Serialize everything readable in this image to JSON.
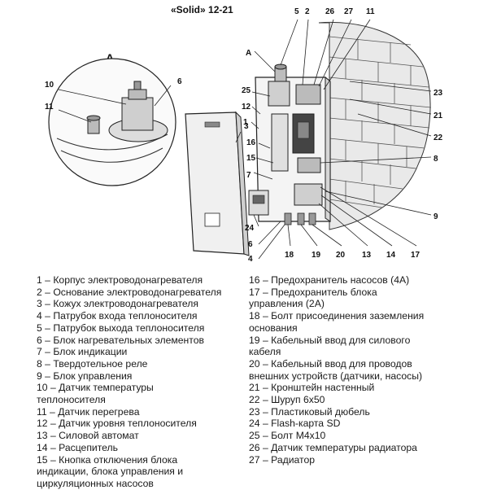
{
  "title": "«Solid» 12-21",
  "detail_label": "A",
  "callouts": {
    "detail": [
      "10",
      "11",
      "6"
    ],
    "front": [
      "3",
      "16",
      "15",
      "7",
      "24",
      "6",
      "4"
    ],
    "unit_left": [
      "A",
      "25",
      "12",
      "1"
    ],
    "top": [
      "5",
      "2",
      "26",
      "27",
      "11"
    ],
    "right": [
      "23",
      "21",
      "22",
      "8",
      "9"
    ],
    "bottom": [
      "18",
      "19",
      "20",
      "13",
      "14",
      "17"
    ]
  },
  "legend_left": [
    "1 – Корпус электроводонагревателя",
    "2 – Основание электроводонагревателя",
    "3 – Кожух электроводонагревателя",
    "4 – Патрубок входа теплоносителя",
    "5 – Патрубок выхода теплоносителя",
    "6 – Блок нагревательных элементов",
    "7 – Блок индикации",
    "8 – Твердотельное реле",
    "9 – Блок управления",
    "10 – Датчик температуры",
    "теплоносителя",
    "11 – Датчик перегрева",
    "12 – Датчик уровня теплоносителя",
    "13 – Силовой автомат",
    "14 – Расцепитель",
    "15 – Кнопка отключения блока",
    "индикации, блока управления и",
    "циркуляционных насосов"
  ],
  "legend_right": [
    "16 – Предохранитель насосов (4А)",
    "17 – Предохранитель блока",
    "управления (2А)",
    "18 – Болт присоединения заземления",
    "основания",
    "19 – Кабельный ввод для силового",
    "кабеля",
    "20 – Кабельный ввод для проводов",
    "внешних устройств (датчики, насосы)",
    "21 – Кронштейн настенный",
    "22 – Шуруп 6х50",
    "23 – Пластиковый дюбель",
    "24 – Flash-карта SD",
    "25 – Болт М4х10",
    "26 – Датчик температуры радиатора",
    "27 – Радиатор"
  ]
}
